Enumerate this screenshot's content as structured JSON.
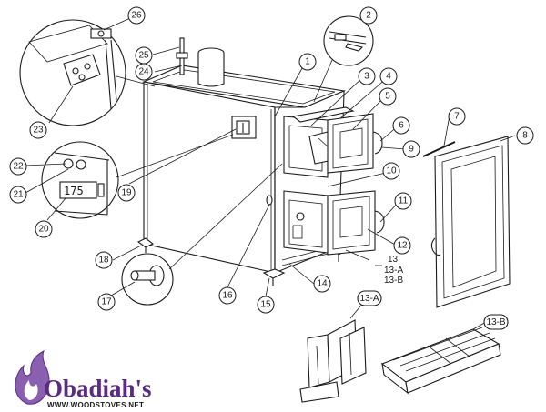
{
  "diagram": {
    "callouts": [
      {
        "id": "1",
        "label": "1"
      },
      {
        "id": "2",
        "label": "2"
      },
      {
        "id": "3",
        "label": "3"
      },
      {
        "id": "4",
        "label": "4"
      },
      {
        "id": "5",
        "label": "5"
      },
      {
        "id": "6",
        "label": "6"
      },
      {
        "id": "7",
        "label": "7"
      },
      {
        "id": "8",
        "label": "8"
      },
      {
        "id": "9",
        "label": "9"
      },
      {
        "id": "10",
        "label": "10"
      },
      {
        "id": "11",
        "label": "11"
      },
      {
        "id": "12",
        "label": "12"
      },
      {
        "id": "14",
        "label": "14"
      },
      {
        "id": "15",
        "label": "15"
      },
      {
        "id": "16",
        "label": "16"
      },
      {
        "id": "17",
        "label": "17"
      },
      {
        "id": "18",
        "label": "18"
      },
      {
        "id": "19",
        "label": "19"
      },
      {
        "id": "20",
        "label": "20"
      },
      {
        "id": "21",
        "label": "21"
      },
      {
        "id": "22",
        "label": "22"
      },
      {
        "id": "23",
        "label": "23"
      },
      {
        "id": "24",
        "label": "24"
      },
      {
        "id": "25",
        "label": "25"
      },
      {
        "id": "26",
        "label": "26"
      }
    ],
    "free_labels": {
      "part_13": "13",
      "part_13a": "13-A",
      "part_13b": "13-B",
      "detail_13a": "13-A",
      "detail_13b": "13-B"
    },
    "display_readout": "175"
  },
  "logo": {
    "name": "Obadiah's",
    "url": "WWW.WOODSTOVES.NET",
    "colors": {
      "primary": "#5b2a86",
      "flame": "#8a5fb0"
    }
  }
}
